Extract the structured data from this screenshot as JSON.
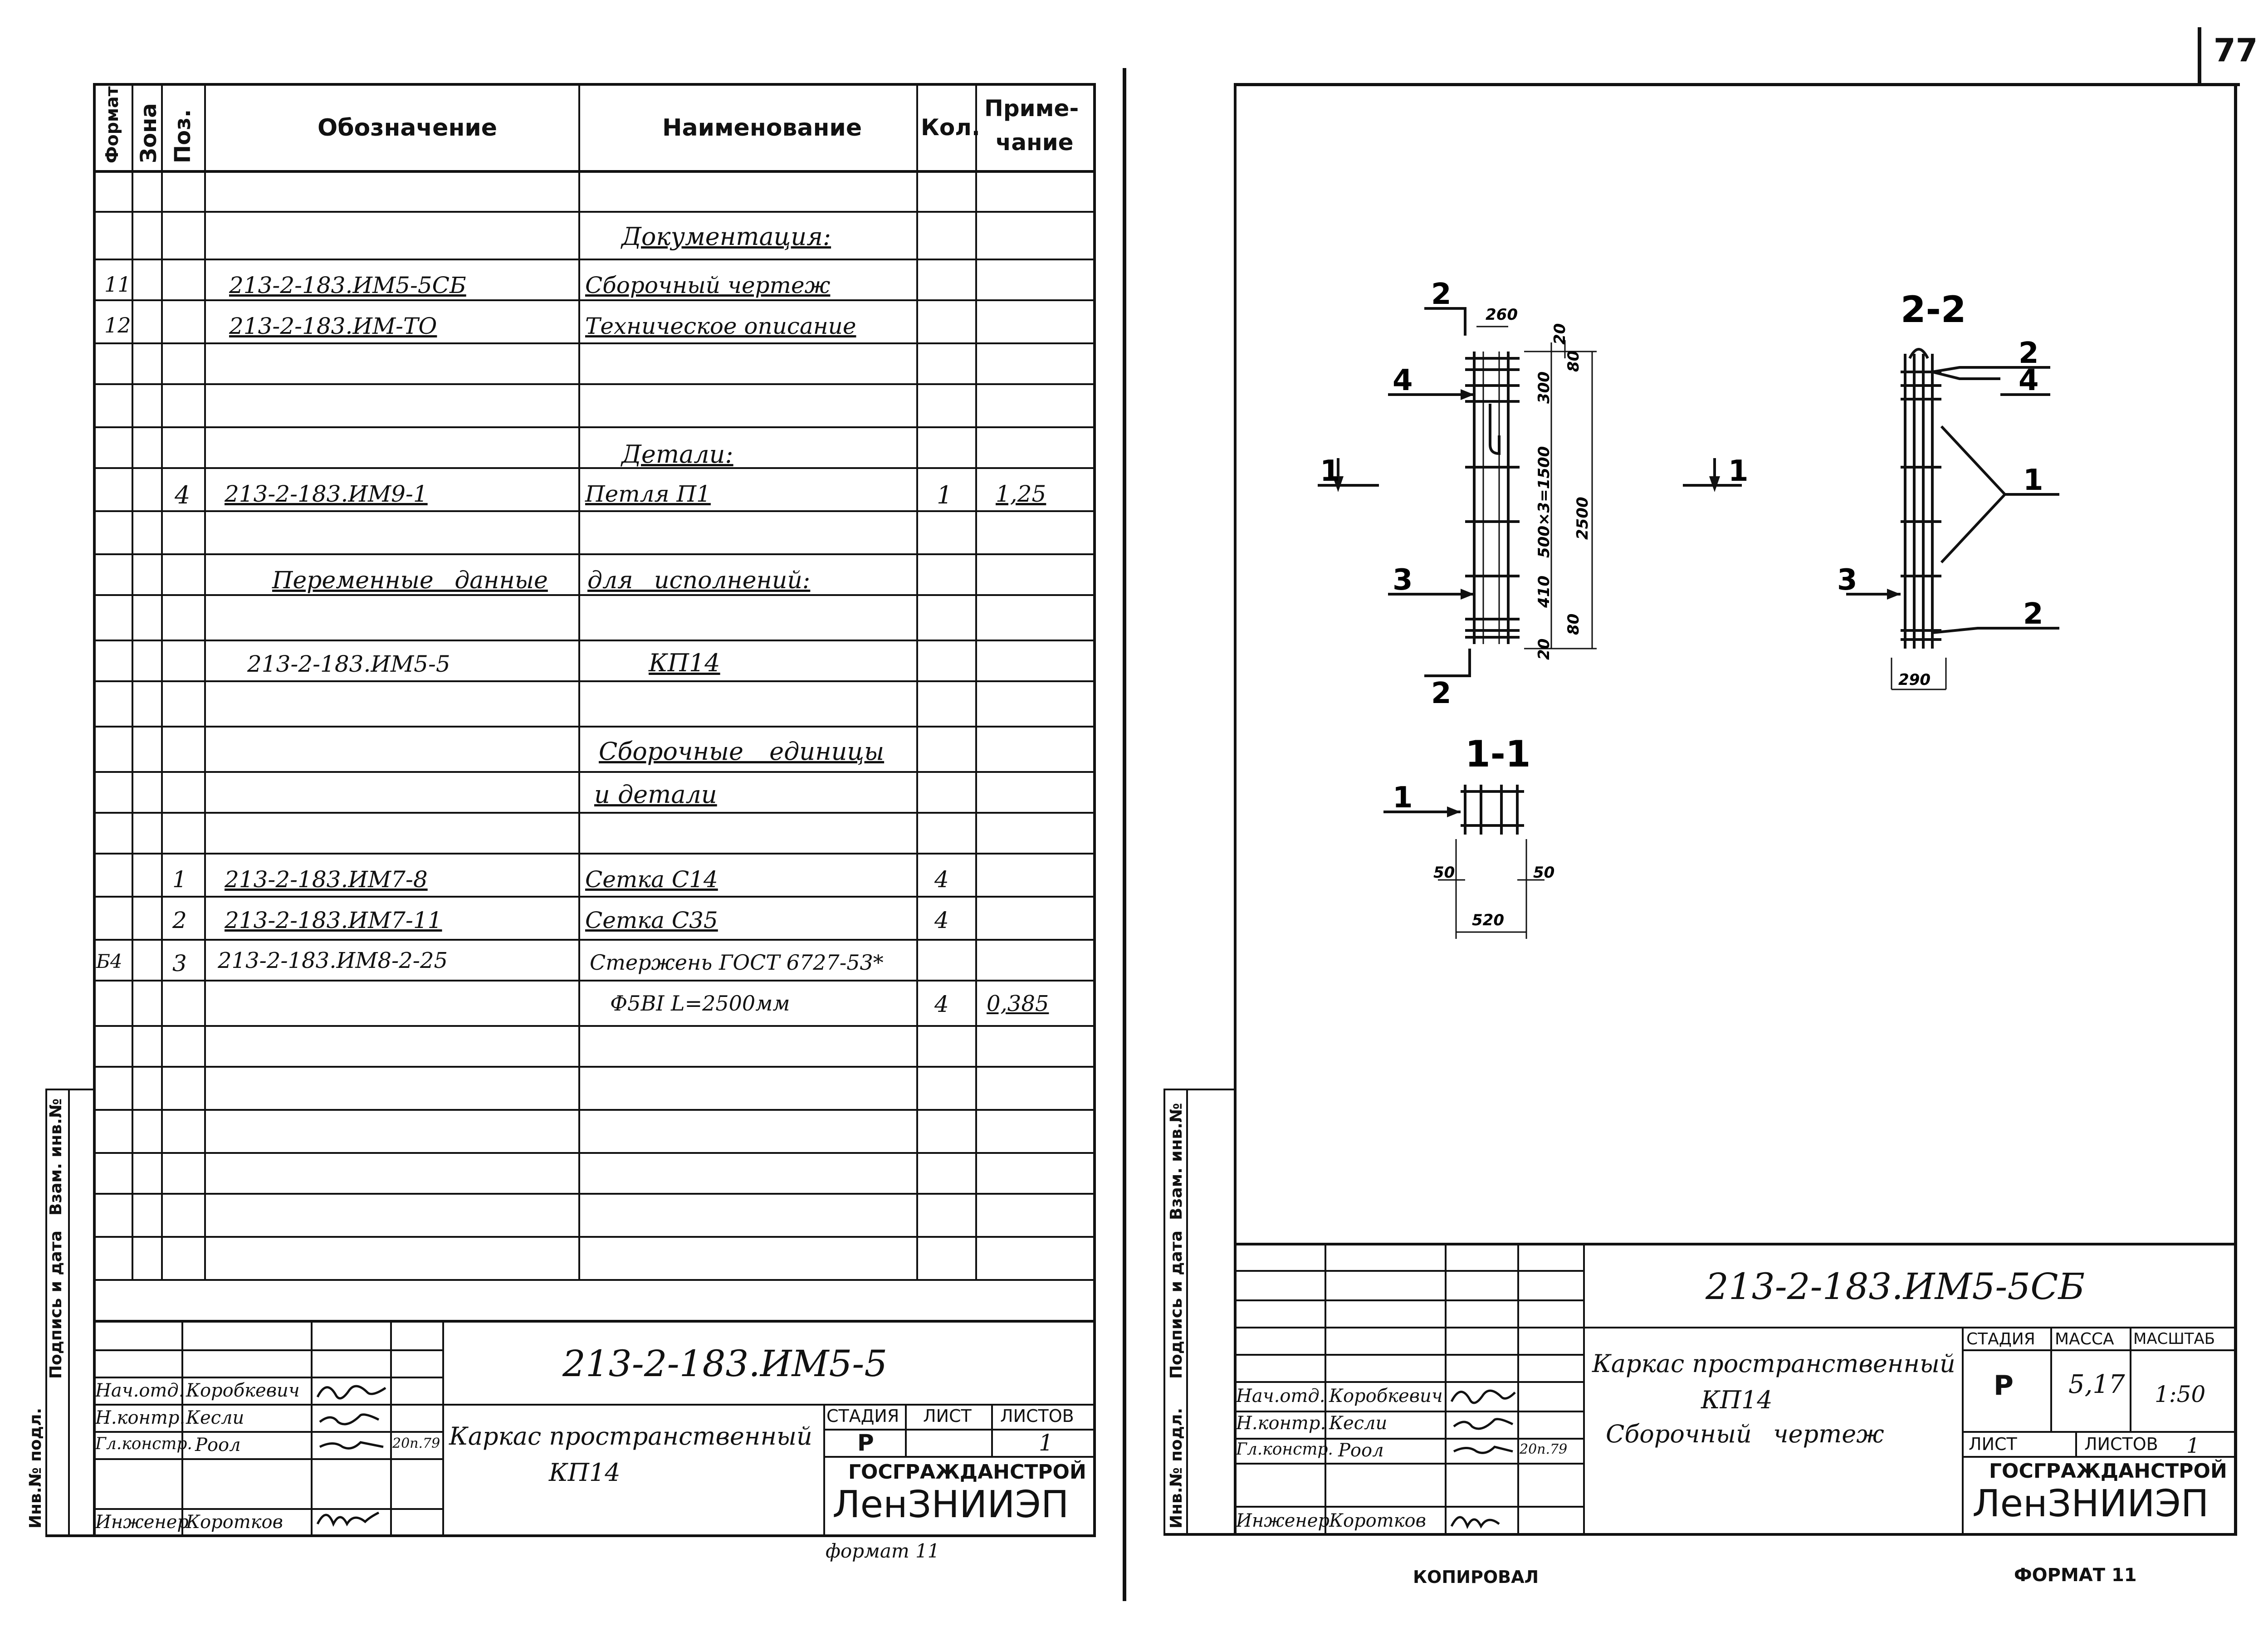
{
  "page_number": "77",
  "left_sheet": {
    "header": {
      "format": "Формат",
      "zone": "Зона",
      "pos": "Поз.",
      "designation": "Обозначение",
      "name": "Наименование",
      "qty": "Кол.",
      "note_line1": "Приме-",
      "note_line2": "чание"
    },
    "rows": [
      {
        "format": "",
        "pos": "",
        "designation": "",
        "name": "Документация:",
        "qty": "",
        "note": ""
      },
      {
        "format": "11",
        "pos": "",
        "designation": "213-2-183.ИМ5-5СБ",
        "name": "Сборочный чертеж",
        "qty": "",
        "note": ""
      },
      {
        "format": "12",
        "pos": "",
        "designation": "213-2-183.ИМ-ТО",
        "name": "Техническое описание",
        "qty": "",
        "note": ""
      },
      {
        "format": "",
        "pos": "",
        "designation": "",
        "name": "Детали:",
        "qty": "",
        "note": ""
      },
      {
        "format": "",
        "pos": "4",
        "designation": "213-2-183.ИМ9-1",
        "name": "Петля П1",
        "qty": "1",
        "note": "1,25"
      },
      {
        "format": "",
        "pos": "",
        "designation": "Переменные данные",
        "name": "для исполнений:",
        "qty": "",
        "note": ""
      },
      {
        "format": "",
        "pos": "",
        "designation": "213-2-183.ИМ5-5",
        "name": "КП14",
        "qty": "",
        "note": ""
      },
      {
        "format": "",
        "pos": "",
        "designation": "",
        "name": "Сборочные единицы",
        "qty": "",
        "note": ""
      },
      {
        "format": "",
        "pos": "",
        "designation": "",
        "name": "и детали",
        "qty": "",
        "note": ""
      },
      {
        "format": "",
        "pos": "1",
        "designation": "213-2-183.ИМ7-8",
        "name": "Сетка С14",
        "qty": "4",
        "note": ""
      },
      {
        "format": "",
        "pos": "2",
        "designation": "213-2-183.ИМ7-11",
        "name": "Сетка С35",
        "qty": "4",
        "note": ""
      },
      {
        "format": "Б4",
        "pos": "3",
        "designation": "213-2-183.ИМ8-2-25",
        "name": "Стержень ГОСТ 6727-53*",
        "qty": "",
        "note": ""
      },
      {
        "format": "",
        "pos": "",
        "designation": "",
        "name": "Ф5ВI  L=2500мм",
        "qty": "4",
        "note": "0,385"
      }
    ],
    "side_labels": [
      "Инв.№ подл.",
      "Подпись и дата",
      "Взам. инв.№"
    ],
    "title_block": {
      "code": "213-2-183.ИМ5-5",
      "title_line1": "Каркас пространственный",
      "title_line2": "КП14",
      "people": [
        {
          "role": "Нач.отд.",
          "name": "Коробкевич",
          "date": ""
        },
        {
          "role": "Н.контр.",
          "name": "Кесли",
          "date": ""
        },
        {
          "role": "Гл.констр.",
          "name": "Роол",
          "date": "20п.79"
        },
        {
          "role": "Инженер",
          "name": "Коротков",
          "date": ""
        }
      ],
      "stage_label": "Стадия",
      "sheet_label": "Лист",
      "sheets_label": "Листов",
      "stage": "Р",
      "sheets": "1",
      "org_line1": "ГОСГРАЖДАНСТРОЙ",
      "org_line2": "ЛенЗНИИЭП"
    },
    "format_note": "формат 11"
  },
  "right_sheet": {
    "drawing": {
      "section_2_2": "2-2",
      "section_1_1": "1-1",
      "labels": {
        "cut2": "2",
        "cut1": "1",
        "pos4": "4",
        "pos3": "3",
        "pos1": "1",
        "pos2": "2"
      },
      "dims": {
        "top_width": "260",
        "height_total": "2500",
        "spacing": "500×3=1500",
        "d300": "300",
        "d410": "410",
        "d80a": "80",
        "d80b": "80",
        "d20a": "20",
        "d20b": "20",
        "w290": "290",
        "w520": "520",
        "d50a": "50",
        "d50b": "50"
      }
    },
    "side_labels": [
      "Инв.№ подл.",
      "Подпись и дата",
      "Взам. инв.№"
    ],
    "title_block": {
      "code": "213-2-183.ИМ5-5СБ",
      "title_line1": "Каркас пространственный",
      "title_line2": "КП14",
      "title_line3": "Сборочный чертеж",
      "people": [
        {
          "role": "Нач.отд.",
          "name": "Коробкевич",
          "date": ""
        },
        {
          "role": "Н.контр.",
          "name": "Кесли",
          "date": ""
        },
        {
          "role": "Гл.констр.",
          "name": "Роол",
          "date": "20п.79"
        },
        {
          "role": "Инженер",
          "name": "Коротков",
          "date": ""
        }
      ],
      "stage_label": "Стадия",
      "mass_label": "Масса",
      "scale_label": "Масштаб",
      "stage": "Р",
      "mass": "5,17",
      "scale": "1:50",
      "sheet_label": "Лист",
      "sheets_label": "Листов",
      "sheets": "1",
      "org_line1": "ГОСГРАЖДАНСТРОЙ",
      "org_line2": "ЛенЗНИИЭП"
    },
    "footer_left": "Копировал",
    "footer_right": "Формат 11"
  }
}
